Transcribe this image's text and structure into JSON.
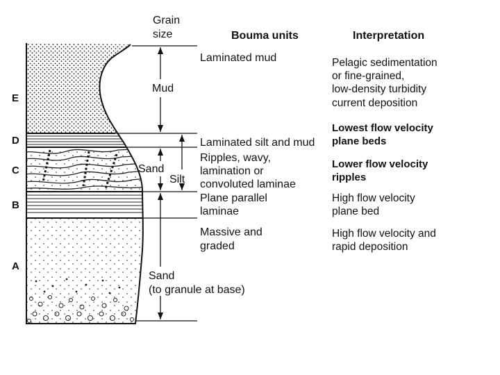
{
  "headers": {
    "grain_size_line1": "Grain",
    "grain_size_line2": "size",
    "bouma_units": "Bouma units",
    "interpretation": "Interpretation"
  },
  "unit_letters": [
    "E",
    "D",
    "C",
    "B",
    "A"
  ],
  "grain_labels": {
    "mud": "Mud",
    "sand_c": "Sand",
    "silt": "Silt",
    "sand_a_line1": "Sand",
    "sand_a_line2": "(to granule at base)"
  },
  "descriptions": {
    "e": [
      "Laminated mud"
    ],
    "d": [
      "Laminated silt and mud"
    ],
    "c": [
      "Ripples, wavy,",
      "lamination or",
      "convoluted laminae"
    ],
    "b": [
      "Plane parallel",
      "laminae"
    ],
    "a": [
      "Massive and",
      "graded"
    ]
  },
  "interpretations": {
    "e": [
      "Pelagic sedimentation",
      "or fine-grained,",
      "low-density turbidity",
      "current deposition"
    ],
    "d": [
      "Lowest flow velocity",
      "plane beds"
    ],
    "c": [
      "Lower flow velocity",
      "ripples"
    ],
    "b": [
      "High flow velocity",
      "plane bed"
    ],
    "a": [
      "High flow velocity and",
      "rapid deposition"
    ]
  }
}
